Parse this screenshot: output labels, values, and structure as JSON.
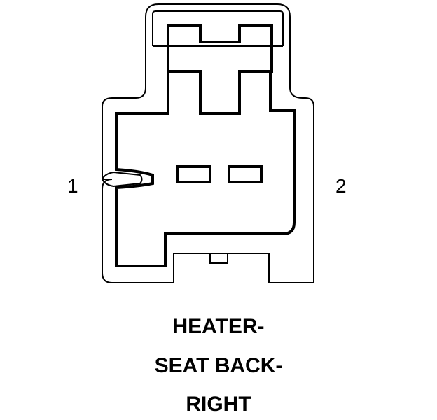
{
  "diagram": {
    "pins": [
      {
        "label": "1"
      },
      {
        "label": "2"
      }
    ],
    "caption": {
      "line1": "HEATER-",
      "line2": "SEAT BACK-",
      "line3": "RIGHT"
    },
    "colors": {
      "stroke": "#000000",
      "background": "#ffffff"
    }
  }
}
